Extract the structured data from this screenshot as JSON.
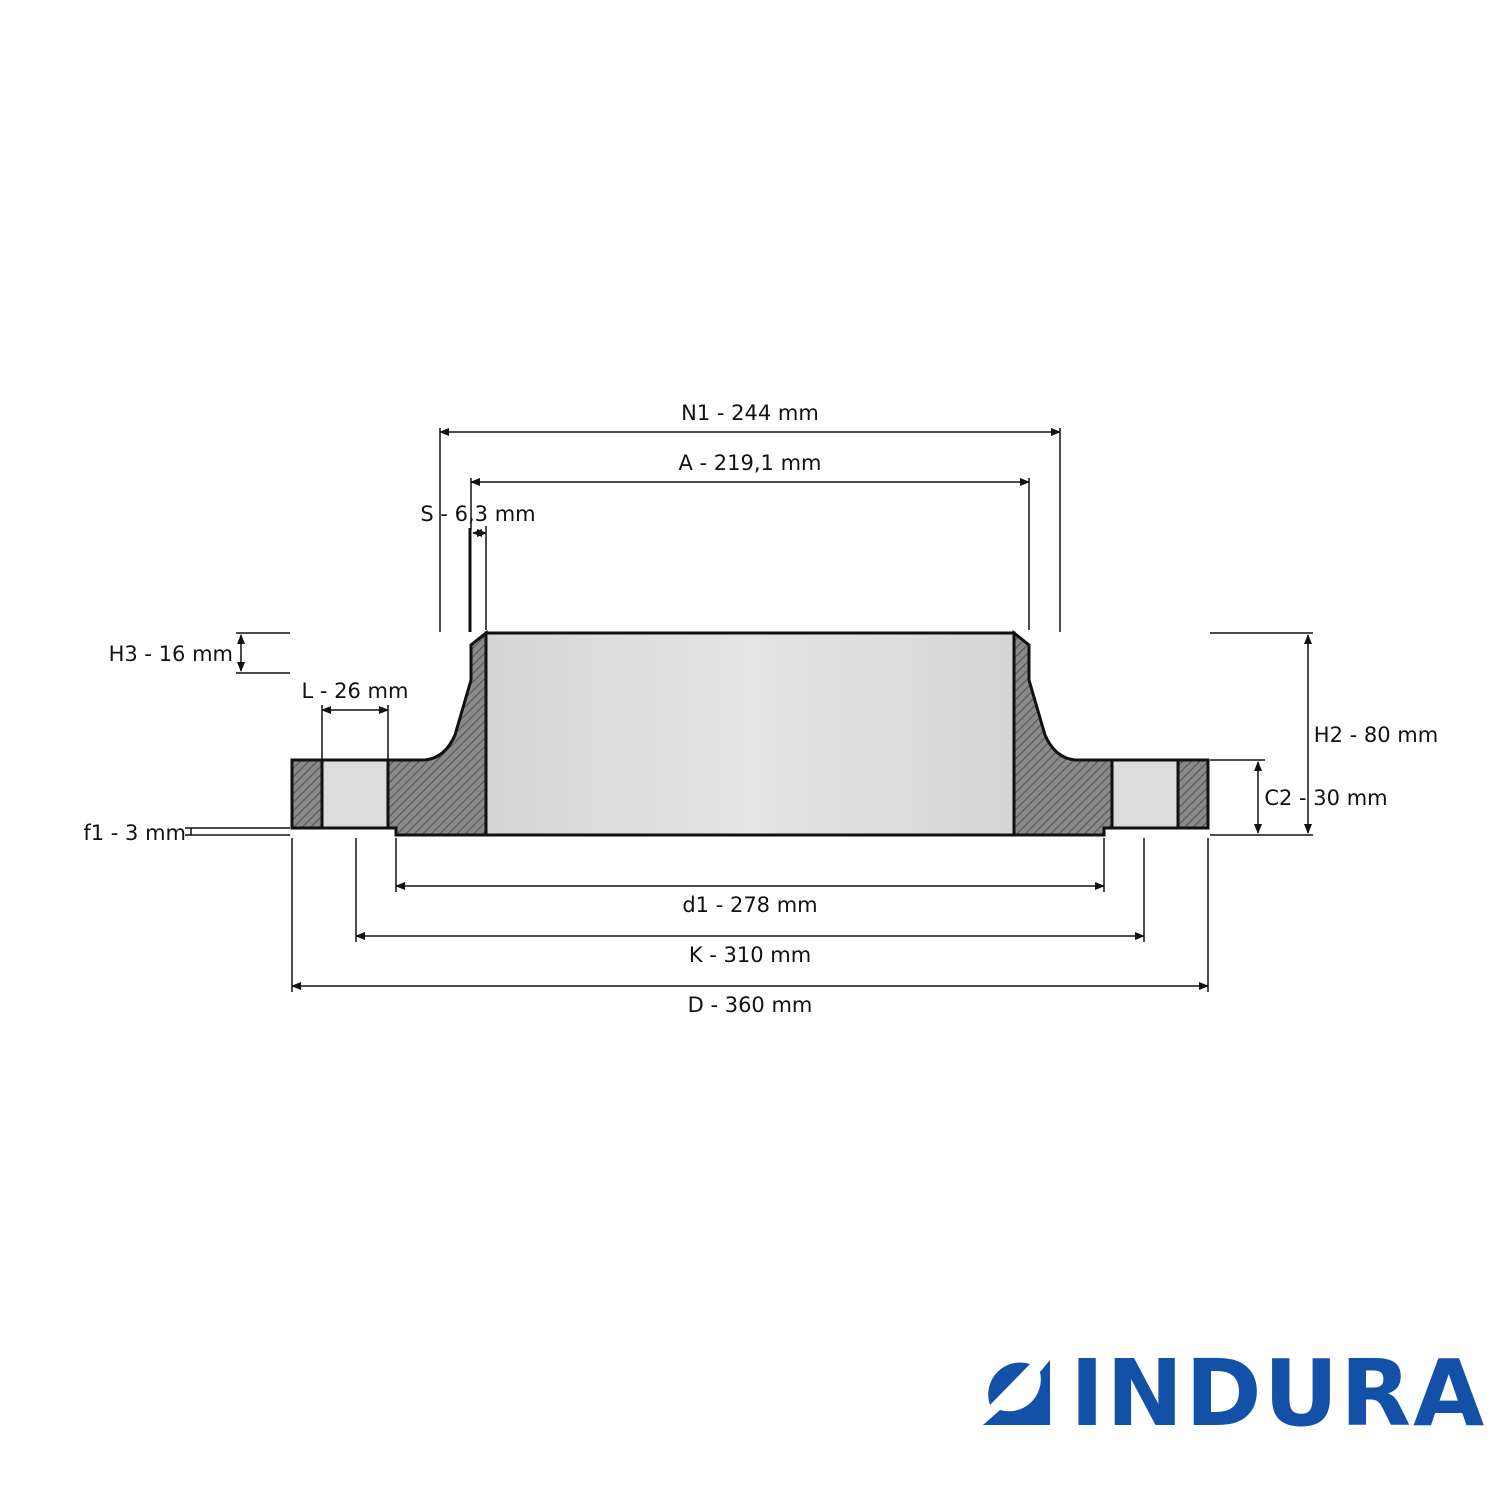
{
  "drawing": {
    "dimensions": {
      "N1": "N1 - 244 mm",
      "A": "A - 219,1 mm",
      "S": "S - 6,3 mm",
      "H3": "H3 - 16 mm",
      "L": "L - 26 mm",
      "f1": "f1 - 3 mm",
      "H2": "H2 - 80 mm",
      "C2": "C2 - 30 mm",
      "d1": "d1 - 278 mm",
      "K": "K - 310 mm",
      "D": "D - 360 mm"
    }
  },
  "logo": {
    "text": "INDURA",
    "color": "#1350a8"
  },
  "colors": {
    "hatch": "#7a7a7a",
    "bore": "#dcdcdc",
    "line": "#111111"
  }
}
